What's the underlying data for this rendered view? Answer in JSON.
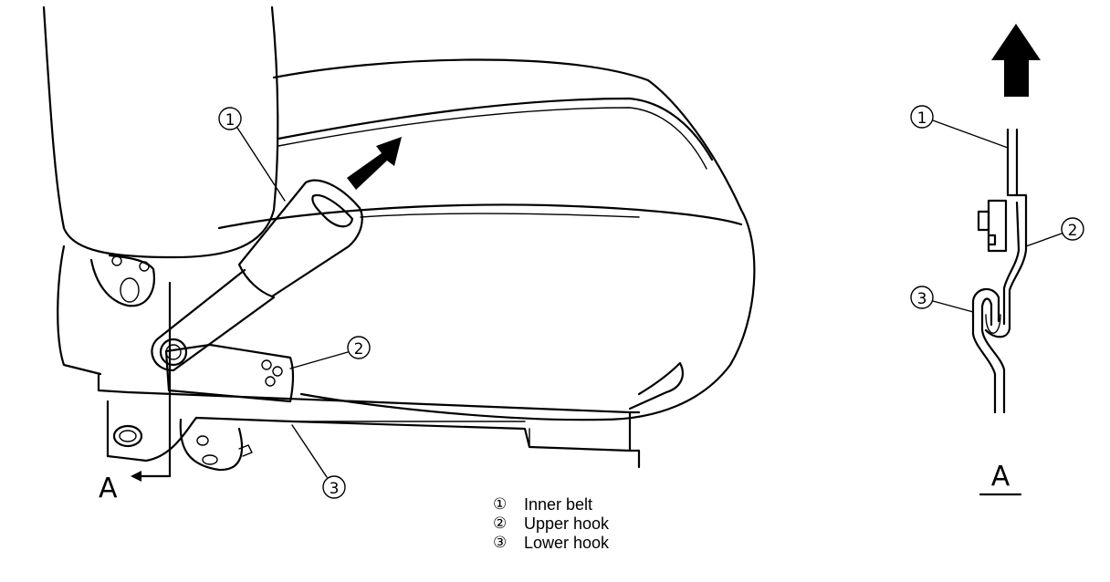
{
  "callouts": {
    "one": "1",
    "two": "2",
    "three": "3"
  },
  "view_label": "A",
  "view_marker": "A",
  "legend": [
    {
      "number": "①",
      "label": "Inner belt"
    },
    {
      "number": "②",
      "label": "Upper hook"
    },
    {
      "number": "③",
      "label": "Lower hook"
    }
  ]
}
